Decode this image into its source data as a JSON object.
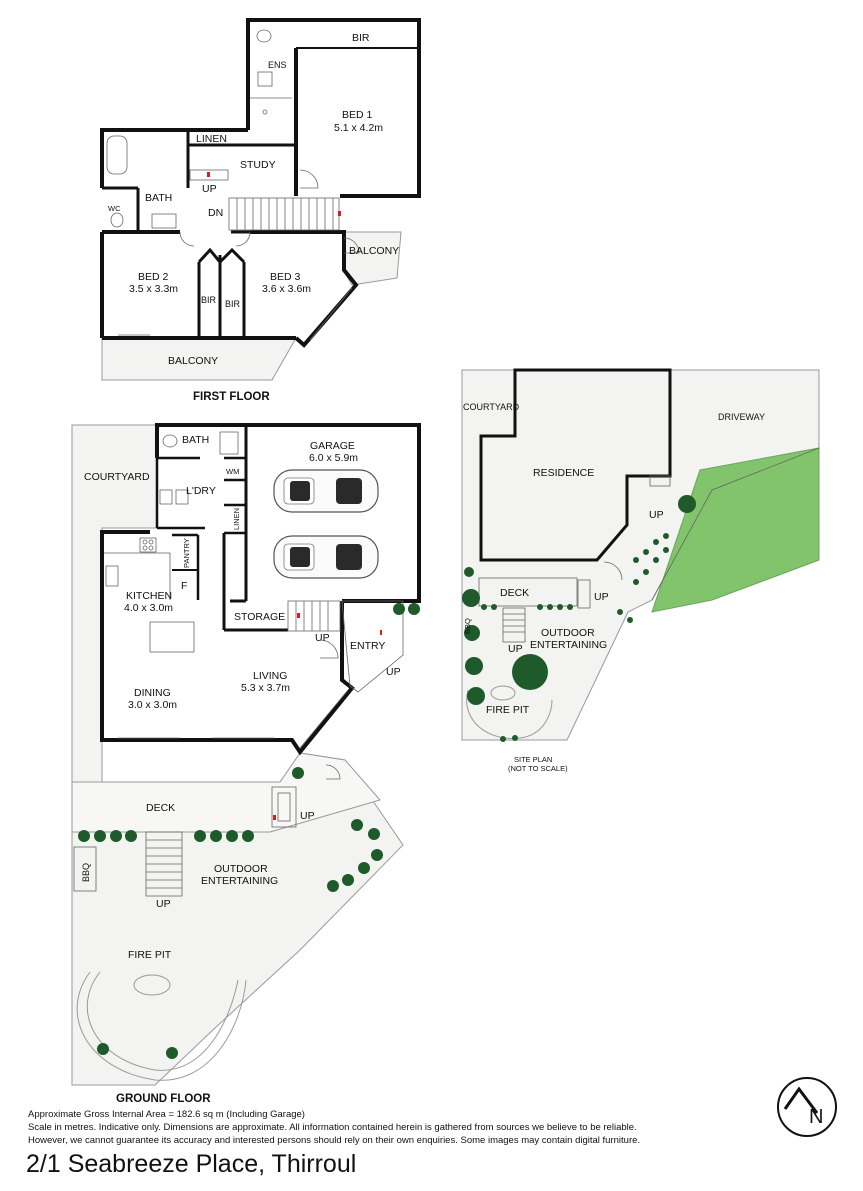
{
  "first_floor": {
    "title": "FIRST FLOOR",
    "rooms": {
      "bir_top": "BIR",
      "ens": "ENS",
      "bed1": "BED 1",
      "bed1_size": "5.1 x 4.2m",
      "linen": "LINEN",
      "study": "STUDY",
      "up": "UP",
      "bath": "BATH",
      "wc": "WC",
      "dn": "DN",
      "balcony_right": "BALCONY",
      "bed2": "BED 2",
      "bed2_size": "3.5 x 3.3m",
      "bed3": "BED 3",
      "bed3_size": "3.6 x 3.6m",
      "bir_left": "BIR",
      "bir_right": "BIR",
      "balcony_bottom": "BALCONY"
    }
  },
  "ground_floor": {
    "title": "GROUND FLOOR",
    "rooms": {
      "bath": "BATH",
      "garage": "GARAGE",
      "garage_size": "6.0 x 5.9m",
      "courtyard": "COURTYARD",
      "wm": "WM",
      "ldry": "L'DRY",
      "linen": "LINEN",
      "pantry": "PANTRY",
      "f": "F",
      "kitchen": "KITCHEN",
      "kitchen_size": "4.0 x 3.0m",
      "storage": "STORAGE",
      "up_stairs": "UP",
      "entry": "ENTRY",
      "up_entry": "UP",
      "living": "LIVING",
      "living_size": "5.3 x 3.7m",
      "dining": "DINING",
      "dining_size": "3.0 x 3.0m",
      "deck": "DECK",
      "up_deck": "UP",
      "bbq": "BBQ",
      "outdoor1": "OUTDOOR",
      "outdoor2": "ENTERTAINING",
      "up_steps": "UP",
      "fire_pit": "FIRE PIT"
    }
  },
  "site_plan": {
    "courtyard": "COURTYARD",
    "driveway": "DRIVEWAY",
    "residence": "RESIDENCE",
    "up1": "UP",
    "deck": "DECK",
    "up2": "UP",
    "bbq": "BBQ",
    "up3": "UP",
    "outdoor1": "OUTDOOR",
    "outdoor2": "ENTERTAINING",
    "fire_pit": "FIRE PIT",
    "caption1": "SITE PLAN",
    "caption2": "(NOT TO SCALE)"
  },
  "footer": {
    "area": "Approximate Gross Internal Area = 182.6 sq m (Including Garage)",
    "disclaimer1": "Scale in metres. Indicative only. Dimensions are approximate. All information contained herein is gathered from sources we believe to be reliable.",
    "disclaimer2": "However, we cannot guarantee its accuracy and interested persons should rely on their own enquiries. Some images may contain digital furniture.",
    "address": "2/1 Seabreeze Place, Thirroul"
  },
  "compass": {
    "letter": "N"
  },
  "colors": {
    "wall": "#111111",
    "lawn": "#82c46c",
    "shrub": "#1e5a2a",
    "stair_arrow": "#d42020"
  }
}
